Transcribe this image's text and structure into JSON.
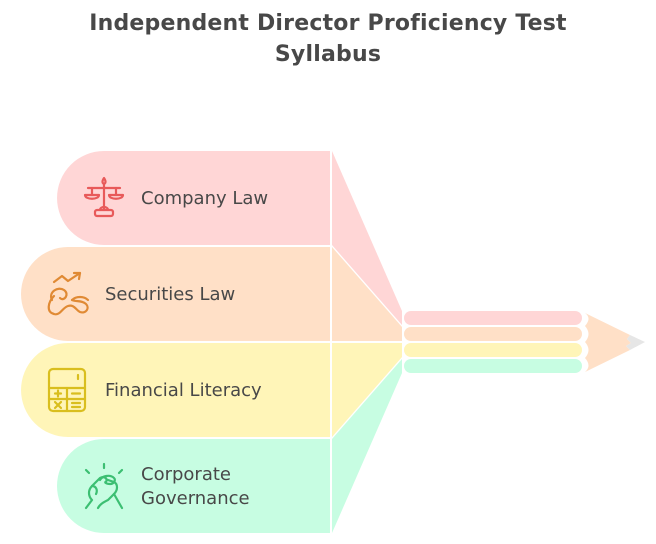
{
  "title": {
    "line1": "Independent Director Proficiency Test",
    "line2": "Syllabus"
  },
  "items": [
    {
      "label": "Company Law",
      "icon": "scales-of-justice-icon",
      "fill": "#FFD6D6",
      "stroke": "#E85A5A"
    },
    {
      "label": "Securities Law",
      "icon": "growth-chart-hands-icon",
      "fill": "#FFE0C7",
      "stroke": "#E08A34"
    },
    {
      "label": "Financial Literacy",
      "icon": "calculator-icon",
      "fill": "#FFF5B8",
      "stroke": "#D9BE1E"
    },
    {
      "label_line1": "Corporate",
      "label_line2": "Governance",
      "label": "Corporate Governance",
      "icon": "handshake-icon",
      "fill": "#C7FDE2",
      "stroke": "#3CBF72"
    }
  ],
  "pencil": {
    "body_color": "#FFE0C7",
    "tip_color": "#E6E6E6"
  }
}
